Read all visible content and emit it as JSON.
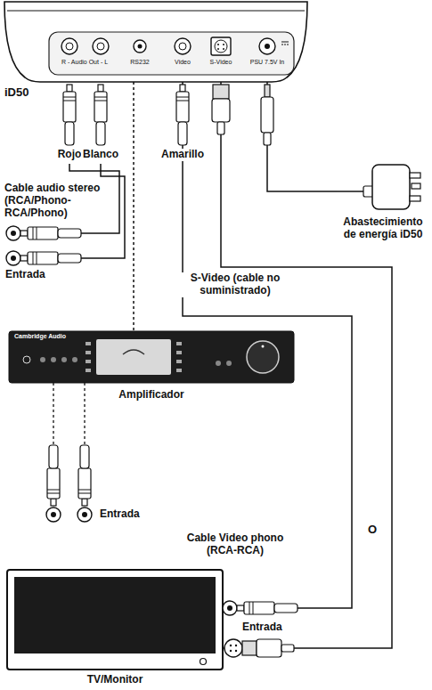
{
  "diagram": {
    "nodes": [
      {
        "text": [
          "iD50",
          "R - Audio Out - L",
          "RS232",
          "Video",
          "S-Video",
          "PSU 7.5V In"
        ]
      },
      {
        "text": [
          "Abastecimiento de energía iD50"
        ]
      },
      {
        "text": [
          "Cambridge Audio",
          "Amplificador"
        ]
      },
      {
        "text": [
          "TV/Monitor"
        ]
      }
    ],
    "edges": [
      {
        "from": 1,
        "to": 0,
        "arrow": "none"
      },
      {
        "from": 0,
        "to": 2,
        "arrow": "none"
      },
      {
        "from": 0,
        "to": 3,
        "arrow": "none",
        "label": "Cable Video phono (RCA-RCA)"
      },
      {
        "from": 0,
        "to": 3,
        "arrow": "none",
        "label": "S-Video (cable no suministrado)"
      }
    ],
    "labels": [
      "Rojo",
      "Blanco",
      "Amarillo",
      "Cable audio stereo (RCA/Phono-RCA/Phono)",
      "Entrada",
      "Entrada",
      "Entrada",
      "O"
    ]
  }
}
